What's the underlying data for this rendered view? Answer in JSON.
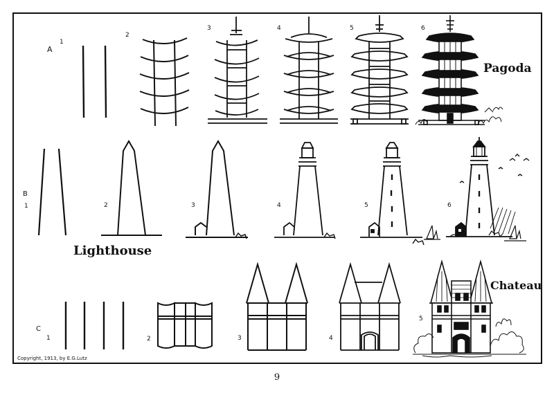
{
  "rows": {
    "a": {
      "letter": "A",
      "title": "Pagoda",
      "steps": [
        "1",
        "2",
        "3",
        "4",
        "5",
        "6"
      ]
    },
    "b": {
      "letter": "B",
      "title": "Lighthouse",
      "steps": [
        "1",
        "2",
        "3",
        "4",
        "5",
        "6"
      ]
    },
    "c": {
      "letter": "C",
      "title": "Chateau",
      "steps": [
        "1",
        "2",
        "3",
        "4",
        "5"
      ]
    }
  },
  "copyright": "Copyright, 1913, by E.G.Lutz",
  "page_number": "9"
}
